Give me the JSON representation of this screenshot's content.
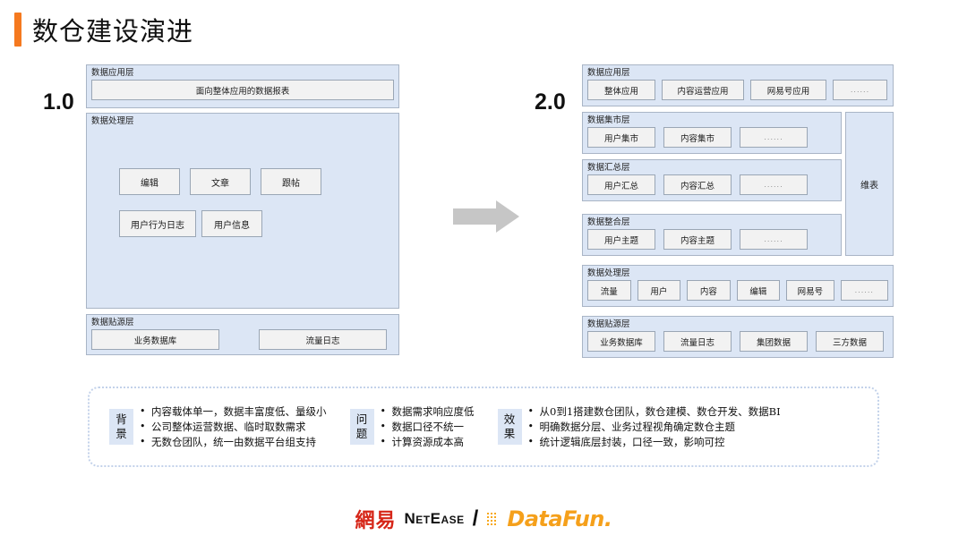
{
  "slide": {
    "title": "数仓建设演进",
    "accent_color": "#F5791F",
    "panel_color": "#dce6f5",
    "cell_color": "#f2f2f2"
  },
  "v1": {
    "label": "1.0",
    "layers": [
      {
        "title": "数据应用层",
        "cells": [
          "面向整体应用的数据报表"
        ]
      },
      {
        "title": "数据处理层",
        "cells": [
          "编辑",
          "文章",
          "跟帖",
          "用户行为日志",
          "用户信息"
        ]
      },
      {
        "title": "数据贴源层",
        "cells": [
          "业务数据库",
          "流量日志"
        ]
      }
    ]
  },
  "arrow": {
    "name": "right-arrow",
    "color": "#c6c6c6"
  },
  "v2": {
    "label": "2.0",
    "dim_table": "维表",
    "layers": [
      {
        "title": "数据应用层",
        "cells": [
          "整体应用",
          "内容运营应用",
          "网易号应用",
          "......"
        ]
      },
      {
        "title": "数据集市层",
        "cells": [
          "用户集市",
          "内容集市",
          "......"
        ]
      },
      {
        "title": "数据汇总层",
        "cells": [
          "用户汇总",
          "内容汇总",
          "......"
        ]
      },
      {
        "title": "数据整合层",
        "cells": [
          "用户主题",
          "内容主题",
          "......"
        ]
      },
      {
        "title": "数据处理层",
        "cells": [
          "流量",
          "用户",
          "内容",
          "编辑",
          "网易号",
          "......"
        ]
      },
      {
        "title": "数据贴源层",
        "cells": [
          "业务数据库",
          "流量日志",
          "集团数据",
          "三方数据"
        ]
      }
    ]
  },
  "summary": {
    "groups": [
      {
        "tag": "背景",
        "items": [
          "内容载体单一，数据丰富度低、量级小",
          "公司整体运营数据、临时取数需求",
          "无数仓团队，统一由数据平台组支持"
        ]
      },
      {
        "tag": "问题",
        "items": [
          "数据需求响应度低",
          "数据口径不统一",
          "计算资源成本高"
        ]
      },
      {
        "tag": "效果",
        "items": [
          "从0到1搭建数仓团队，数仓建模、数仓开发、数据BI",
          "明确数据分层、业务过程视角确定数仓主题",
          "统计逻辑底层封装，口径一致，影响可控"
        ]
      }
    ]
  },
  "footer": {
    "netease_cn": "網易",
    "netease_en": "NetEase",
    "separator": "/",
    "datafun": "DataFun.",
    "netease_color": "#D62618",
    "datafun_color": "#F5A01B"
  }
}
